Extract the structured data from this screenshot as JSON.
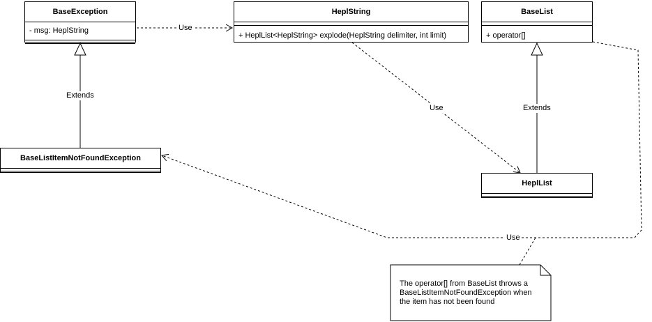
{
  "classes": {
    "base_exception": {
      "name": "BaseException",
      "attributes": [
        "- msg: HeplString"
      ]
    },
    "hepl_string": {
      "name": "HeplString",
      "methods": [
        "+ HeplList<HeplString> explode(HeplString delimiter, int limit)"
      ]
    },
    "base_list": {
      "name": "BaseList",
      "methods": [
        "+ operator[]"
      ]
    },
    "not_found_exception": {
      "name": "BaseListItemNotFoundException"
    },
    "hepl_list": {
      "name": "HeplList"
    }
  },
  "relations": {
    "use_exception_string": "Use",
    "use_string_list": "Use",
    "extends_exception": "Extends",
    "extends_list": "Extends",
    "use_baselist_exception": "Use"
  },
  "note": {
    "lines": [
      "The operator[] from BaseList throws a",
      "BaseListItemNotFoundException when",
      "the item has not been found"
    ]
  },
  "colors": {
    "line": "#000000",
    "background": "#ffffff"
  }
}
